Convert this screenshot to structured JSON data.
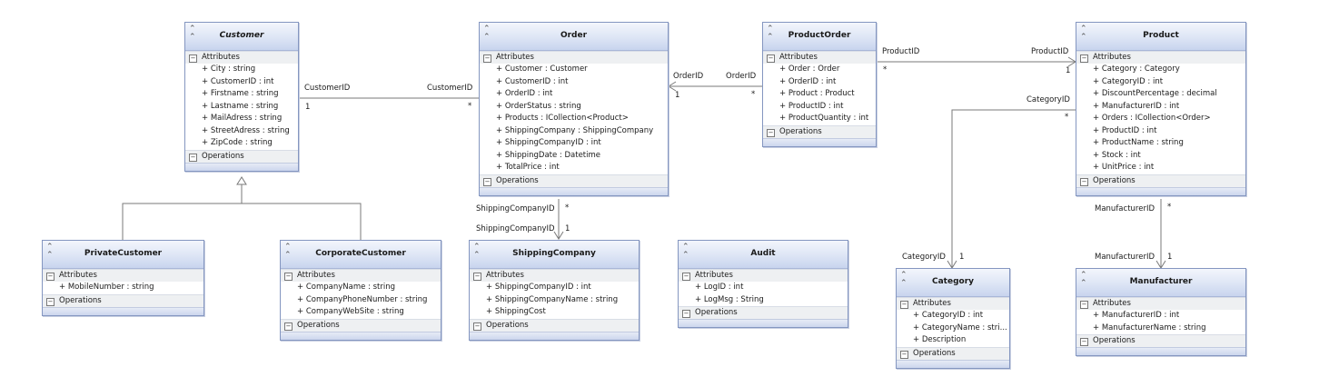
{
  "classes": {
    "customer": {
      "title": "Customer",
      "attributes_label": "Attributes",
      "operations_label": "Operations",
      "attributes": [
        "+ City : string",
        "+ CustomerID : int",
        "+ Firstname : string",
        "+ Lastname : string",
        "+ MailAdress : string",
        "+ StreetAdress : string",
        "+ ZipCode : string"
      ]
    },
    "order": {
      "title": "Order",
      "attributes_label": "Attributes",
      "operations_label": "Operations",
      "attributes": [
        "+ Customer : Customer",
        "+ CustomerID : int",
        "+ OrderID : int",
        "+ OrderStatus : string",
        "+ Products : ICollection<Product>",
        "+ ShippingCompany : ShippingCompany",
        "+ ShippingCompanyID : int",
        "+ ShippingDate : Datetime",
        "+ TotalPrice : int"
      ]
    },
    "productorder": {
      "title": "ProductOrder",
      "attributes_label": "Attributes",
      "operations_label": "Operations",
      "attributes": [
        "+ Order : Order",
        "+ OrderID : int",
        "+ Product : Product",
        "+ ProductID : int",
        "+ ProductQuantity : int"
      ]
    },
    "product": {
      "title": "Product",
      "attributes_label": "Attributes",
      "operations_label": "Operations",
      "attributes": [
        "+ Category : Category",
        "+ CategoryID : int",
        "+ DiscountPercentage : decimal",
        "+ ManufacturerID : int",
        "+ Orders : ICollection<Order>",
        "+ ProductID : int",
        "+ ProductName : string",
        "+ Stock : int",
        "+ UnitPrice : int"
      ]
    },
    "privatecustomer": {
      "title": "PrivateCustomer",
      "attributes_label": "Attributes",
      "operations_label": "Operations",
      "attributes": [
        "+ MobileNumber : string"
      ]
    },
    "corporatecustomer": {
      "title": "CorporateCustomer",
      "attributes_label": "Attributes",
      "operations_label": "Operations",
      "attributes": [
        "+ CompanyName : string",
        "+ CompanyPhoneNumber : string",
        "+ CompanyWebSite : string"
      ]
    },
    "shippingcompany": {
      "title": "ShippingCompany",
      "attributes_label": "Attributes",
      "operations_label": "Operations",
      "attributes": [
        "+ ShippingCompanyID : int",
        "+ ShippingCompanyName : string",
        "+ ShippingCost"
      ]
    },
    "audit": {
      "title": "Audit",
      "attributes_label": "Attributes",
      "operations_label": "Operations",
      "attributes": [
        "+ LogID : int",
        "+ LogMsg : String"
      ]
    },
    "category": {
      "title": "Category",
      "attributes_label": "Attributes",
      "operations_label": "Operations",
      "attributes": [
        "+ CategoryID : int",
        "+ CategoryName : stri...",
        "+ Description"
      ]
    },
    "manufacturer": {
      "title": "Manufacturer",
      "attributes_label": "Attributes",
      "operations_label": "Operations",
      "attributes": [
        "+ ManufacturerID : int",
        "+ ManufacturerName : string"
      ]
    }
  },
  "links": {
    "customer_order": {
      "left_role": "CustomerID",
      "left_mult": "1",
      "right_role": "CustomerID",
      "right_mult": "*"
    },
    "order_productorder": {
      "left_role": "OrderID",
      "left_mult": "1",
      "right_role": "OrderID",
      "right_mult": "*"
    },
    "productorder_product": {
      "left_role": "ProductID",
      "left_mult": "*",
      "right_role": "ProductID",
      "right_mult": "1"
    },
    "order_shipping": {
      "top_role": "ShippingCompanyID",
      "top_mult": "*",
      "bottom_role": "ShippingCompanyID",
      "bottom_mult": "1"
    },
    "product_category": {
      "top_role": "CategoryID",
      "top_mult": "*",
      "bottom_role": "CategoryID",
      "bottom_mult": "1"
    },
    "product_manufacturer": {
      "top_role": "ManufacturerID",
      "top_mult": "*",
      "bottom_role": "ManufacturerID",
      "bottom_mult": "1"
    }
  },
  "icons": {
    "collapse": "double-chevron-up-icon",
    "section_toggle": "minus-box-icon",
    "inheritance": "hollow-triangle-arrow-icon"
  },
  "colors": {
    "header": "#c8d4ee",
    "border": "#8496c0",
    "section": "#eef0f2",
    "connector": "#7a7a7a"
  }
}
